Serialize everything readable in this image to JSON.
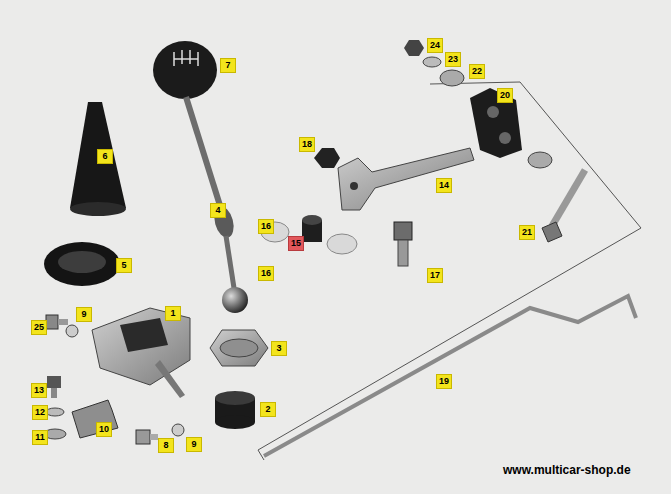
{
  "diagram": {
    "labels": [
      "7",
      "24",
      "23",
      "22",
      "20",
      "18",
      "6",
      "14",
      "4",
      "16",
      "21",
      "15",
      "5",
      "16",
      "17",
      "9",
      "1",
      "25",
      "3",
      "19",
      "13",
      "2",
      "12",
      "10",
      "11",
      "8",
      "9",
      "www.multicar-shop.de"
    ]
  }
}
